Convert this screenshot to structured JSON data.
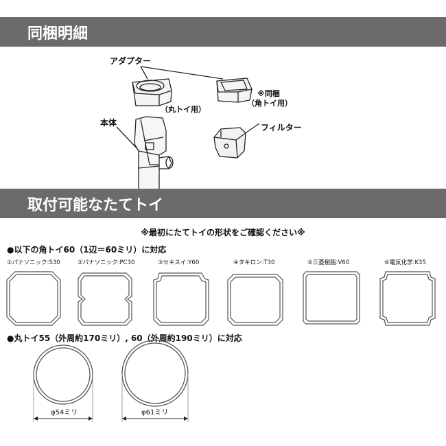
{
  "section1": {
    "title": "同梱明細",
    "labels": {
      "adapter": "アダプター",
      "round_use": "（丸トイ用）",
      "included_note": "※同梱",
      "square_use": "（角トイ用）",
      "body": "本体",
      "filter": "フィルター"
    }
  },
  "section2": {
    "title": "取付可能なたてトイ",
    "note": "※最初にたてトイの形状をご確認ください※",
    "square_heading": "●以下の角トイ60（1辺＝60ミリ）に対応",
    "makers": [
      "①パナソニック:S30",
      "②パナソニック:PC30",
      "③セキスイ:Y60",
      "④タキロン:T30",
      "⑤三菱樹脂:V60",
      "⑥電気化学:K35"
    ],
    "round_heading": "●丸トイ55（外周約170ミリ）, 60（外周約190ミリ）に対応",
    "diameters": [
      "φ54ミリ",
      "φ61ミリ"
    ]
  }
}
